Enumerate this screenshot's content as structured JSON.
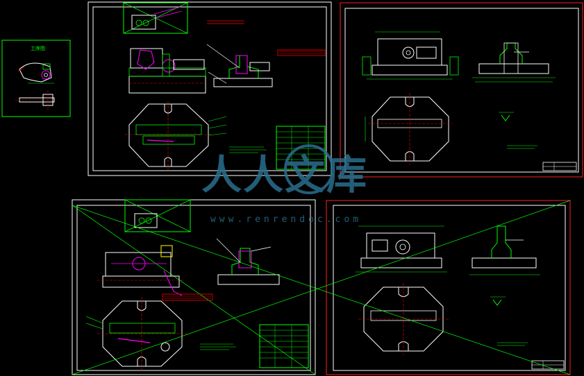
{
  "process_sketch": {
    "caption": "工序图"
  },
  "watermark": {
    "title": "人人文库",
    "url": "www.renrendoc.com"
  },
  "colors": {
    "background": "#000000",
    "frame": "#ffffff",
    "outline": "#00ff00",
    "sheet_red": "#ff2020",
    "part": "#ff00ff",
    "dimension": "#ff0000",
    "watermark": "#2a6f8f"
  }
}
